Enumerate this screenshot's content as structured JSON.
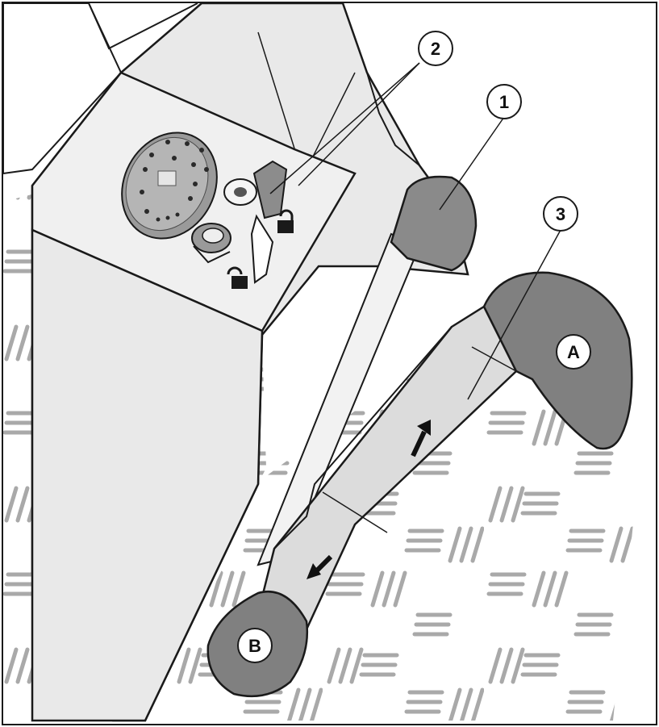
{
  "callouts": {
    "c1": "1",
    "c2": "2",
    "c3": "3",
    "pedal_a": "A",
    "pedal_b": "B"
  },
  "colors": {
    "line": "#1a1a1a",
    "panel": "#e6e6e6",
    "pedal": "#808080",
    "tread": "#a9a9a9",
    "floor": "#ffffff"
  },
  "icons": {
    "control_dial": "control-dial-icon",
    "ignition_key": "ignition-key-icon",
    "lock_closed": "lock-closed-icon",
    "lock_open": "lock-open-icon",
    "arrow_up": "arrow-forward-icon",
    "arrow_down": "arrow-reverse-icon"
  }
}
